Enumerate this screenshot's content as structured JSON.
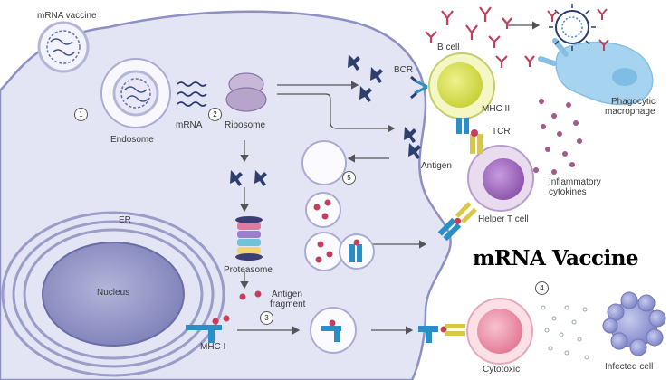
{
  "title": "mRNA Vaccine",
  "labels": {
    "mrna_vaccine": "mRNA vaccine",
    "endosome": "Endosome",
    "mrna": "mRNA",
    "ribosome": "Ribosome",
    "er": "ER",
    "nucleus": "Nucleus",
    "proteasome": "Proteasome",
    "antigen_fragment_1": "Antigen",
    "antigen_fragment_2": "fragment",
    "mhc_i": "MHC I",
    "bcr": "BCR",
    "b_cell": "B cell",
    "mhc_ii": "MHC II",
    "tcr": "TCR",
    "antigen": "Antigen",
    "helper_t_cell": "Helper T cell",
    "phagocytic_1": "Phagocytic",
    "phagocytic_2": "macrophage",
    "inflammatory_1": "Inflammatory",
    "inflammatory_2": "cytokines",
    "cytotoxic": "Cytotoxic",
    "infected_cell": "Infected cell"
  },
  "steps": [
    "1",
    "2",
    "3",
    "4",
    "5"
  ],
  "colors": {
    "cell": "#e3e4f4",
    "cell_border": "#8d90c2",
    "b_cell": "#dde35a",
    "helper_t": "#b07ec8",
    "cytotoxic": "#f2a6b8",
    "macrophage": "#a6d4f0",
    "antigen": "#2e3f6e",
    "fragment": "#c2405e",
    "mhc": "#2a8fc6"
  }
}
